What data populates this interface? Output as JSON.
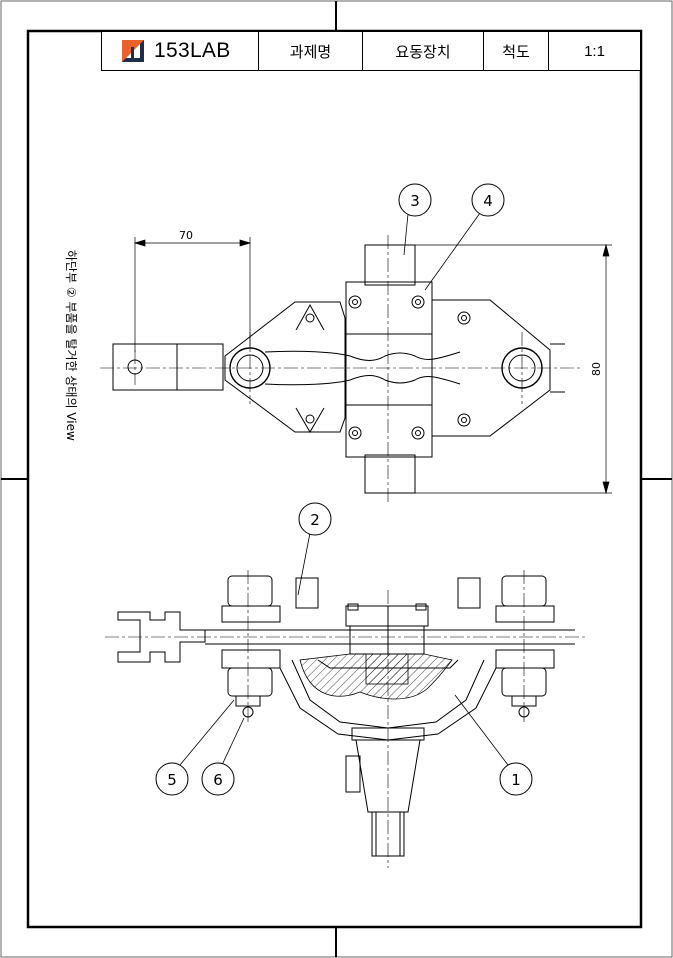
{
  "title_block": {
    "logo_text": "153LAB",
    "title_label": "과제명",
    "title_value": "요동장치",
    "scale_label": "척도",
    "scale_value": "1:1"
  },
  "side_note": {
    "text": "하단부 ② 부품을 탈거한 상태의 View"
  },
  "dimensions": {
    "top_width": "70",
    "right_height": "80"
  },
  "balloons": [
    "3",
    "4",
    "2",
    "5",
    "6",
    "1"
  ],
  "colors": {
    "line": "#000000",
    "logo_orange": "#e8622a",
    "logo_navy": "#1f2e4a"
  }
}
